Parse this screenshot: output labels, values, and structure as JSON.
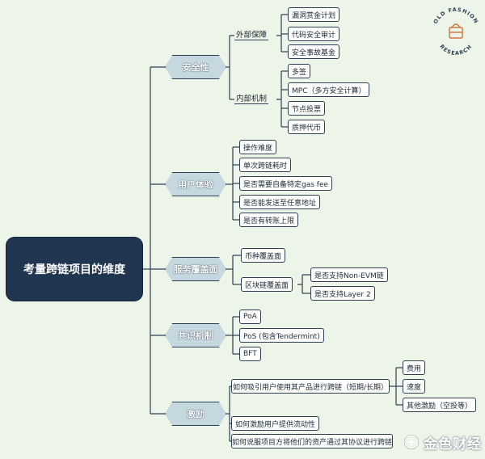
{
  "root": "考量跨链项目的维度",
  "categories": {
    "security": "安全性",
    "ux": "用户体验",
    "coverage": "服务覆盖面",
    "consensus": "共识机制",
    "incentive": "激励"
  },
  "security": {
    "external": {
      "label": "外部保障",
      "items": [
        "漏洞赏金计划",
        "代码安全审计",
        "安全事故基金"
      ]
    },
    "internal": {
      "label": "内部机制",
      "items": [
        "多签",
        "MPC（多方安全计算）",
        "节点投票",
        "质押代币"
      ]
    }
  },
  "ux": {
    "items": [
      "操作难度",
      "单次跨链耗时",
      "是否需要自备特定gas fee",
      "是否能发送至任意地址",
      "是否有转账上限"
    ]
  },
  "coverage": {
    "coin": "币种覆盖面",
    "block": {
      "label": "区块链覆盖面",
      "items": [
        "是否支持Non-EVM链",
        "是否支持Layer 2"
      ]
    }
  },
  "consensus": {
    "items": [
      "PoA",
      "PoS (包含Tendermint)",
      "BFT"
    ]
  },
  "incentive": {
    "attract": {
      "label": "如何吸引用户使用其产品进行跨链（短期/长期）",
      "items": [
        "费用",
        "速度",
        "其他激励（空投等）"
      ]
    },
    "liquidity": "如何激励用户提供流动性",
    "convince": "如何说服项目方将他们的资产通过其协议进行跨链"
  },
  "logo": {
    "top": "OLD FASHION",
    "bottom": "RESEARCH"
  },
  "watermark": "金色财经",
  "colors": {
    "background": "#edf4e8",
    "root_fill": "#1f3550",
    "category_fill": "#c5d8e0",
    "line": "#2d3f53"
  }
}
